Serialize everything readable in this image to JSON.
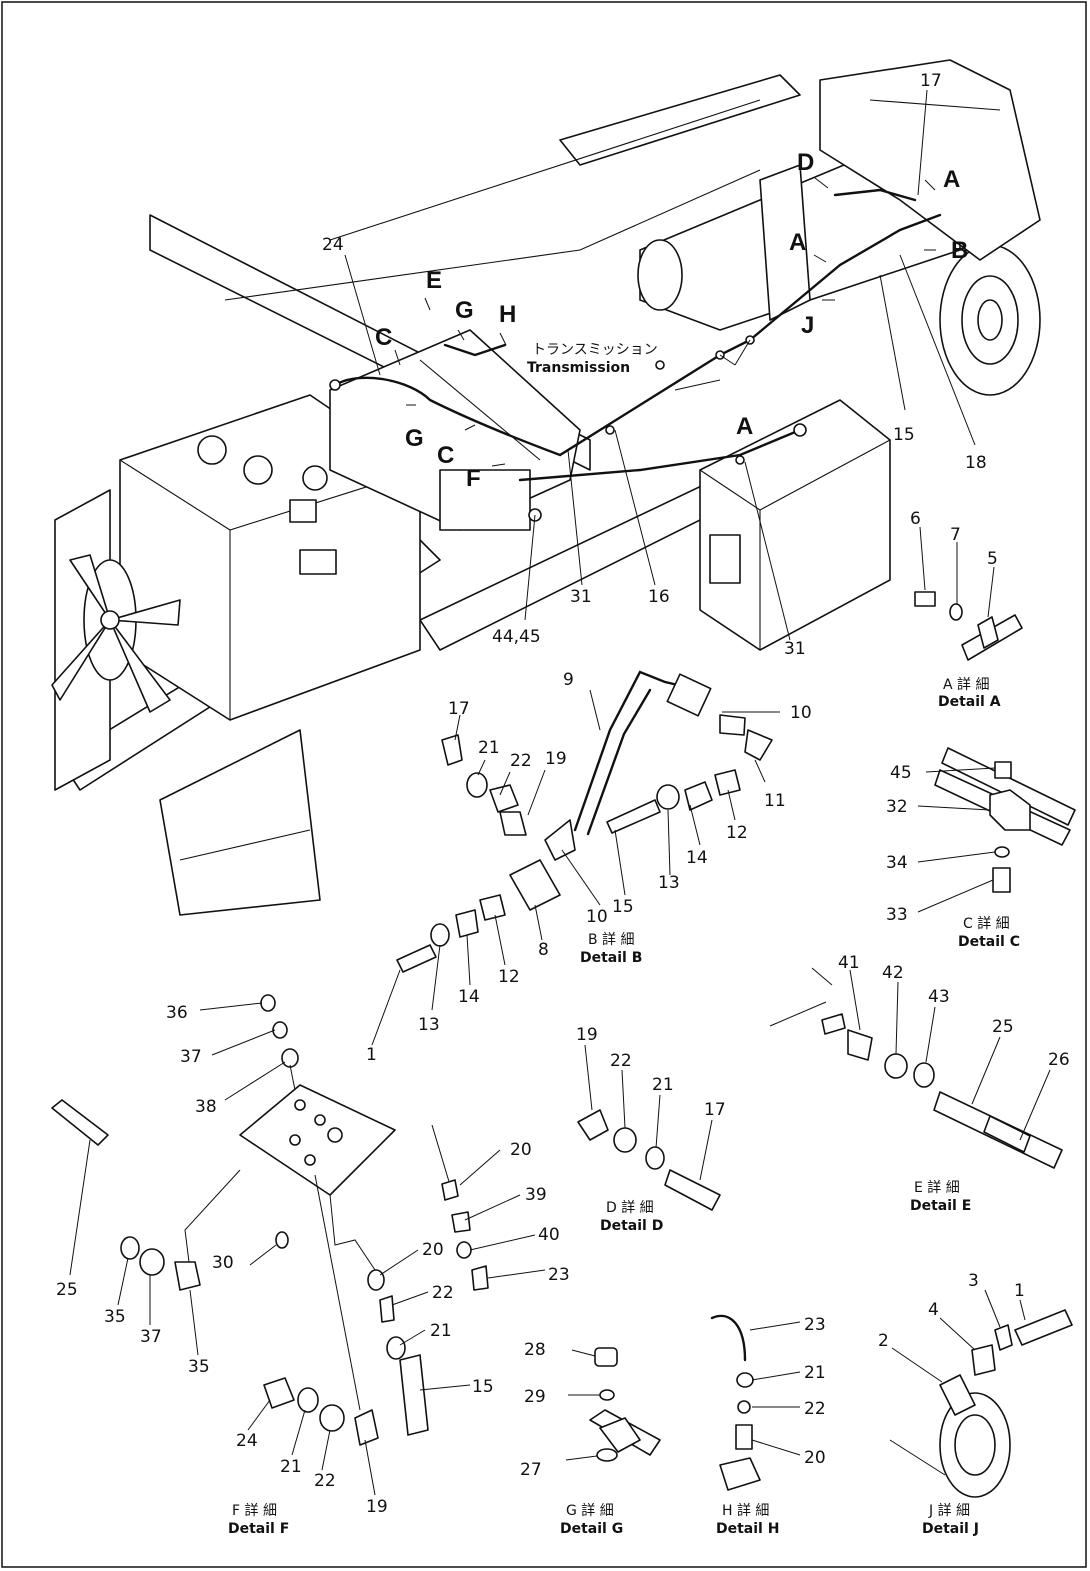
{
  "view_letters": [
    "A",
    "A",
    "A",
    "B",
    "C",
    "C",
    "D",
    "E",
    "F",
    "G",
    "G",
    "H",
    "J"
  ],
  "transmission_label": {
    "jp": "トランスミッション",
    "en": "Transmission"
  },
  "part_numbers": [
    "17",
    "24",
    "15",
    "18",
    "31",
    "16",
    "31",
    "44,45",
    "6",
    "7",
    "5",
    "9",
    "10",
    "11",
    "17",
    "21",
    "22",
    "19",
    "12",
    "14",
    "13",
    "15",
    "10",
    "8",
    "12",
    "14",
    "13",
    "1",
    "45",
    "32",
    "34",
    "33",
    "41",
    "42",
    "43",
    "25",
    "26",
    "36",
    "37",
    "38",
    "20",
    "39",
    "40",
    "23",
    "30",
    "20",
    "22",
    "21",
    "15",
    "25",
    "35",
    "37",
    "35",
    "24",
    "21",
    "22",
    "19",
    "19",
    "22",
    "21",
    "17",
    "28",
    "29",
    "27",
    "23",
    "21",
    "22",
    "20",
    "1",
    "3",
    "4",
    "2"
  ],
  "details": [
    {
      "title": "A 詳 細",
      "caption": "Detail A"
    },
    {
      "title": "B 詳 細",
      "caption": "Detail B"
    },
    {
      "title": "C 詳 細",
      "caption": "Detail C"
    },
    {
      "title": "D 詳 細",
      "caption": "Detail D"
    },
    {
      "title": "E 詳 細",
      "caption": "Detail E"
    },
    {
      "title": "F 詳 細",
      "caption": "Detail F"
    },
    {
      "title": "G 詳 細",
      "caption": "Detail G"
    },
    {
      "title": "H 詳 細",
      "caption": "Detail H"
    },
    {
      "title": "J 詳 細",
      "caption": "Detail J"
    }
  ]
}
